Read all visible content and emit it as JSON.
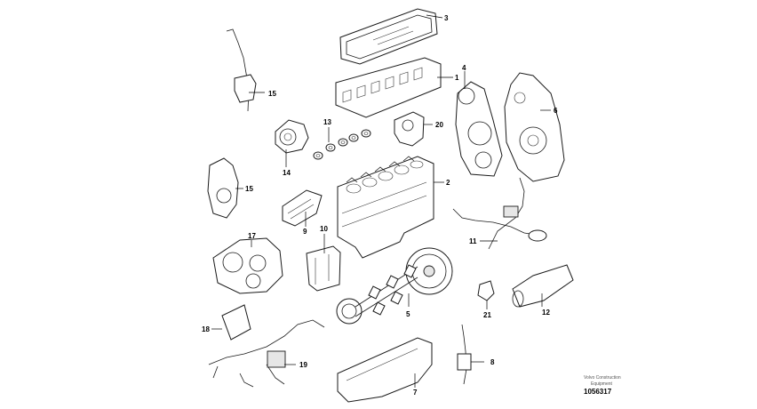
{
  "callouts": {
    "c1": "1",
    "c2": "2",
    "c3": "3",
    "c4": "4",
    "c5": "5",
    "c6": "6",
    "c7": "7",
    "c8": "8",
    "c9": "9",
    "c10": "10",
    "c11": "11",
    "c12": "12",
    "c13": "13",
    "c14": "14",
    "c15a": "15",
    "c15b": "15",
    "c17": "17",
    "c18": "18",
    "c19": "19",
    "c20": "20",
    "c21": "21"
  },
  "stamp": {
    "line1": "Volvo Construction",
    "line2": "Equipment",
    "drawing_id": "1056317"
  }
}
